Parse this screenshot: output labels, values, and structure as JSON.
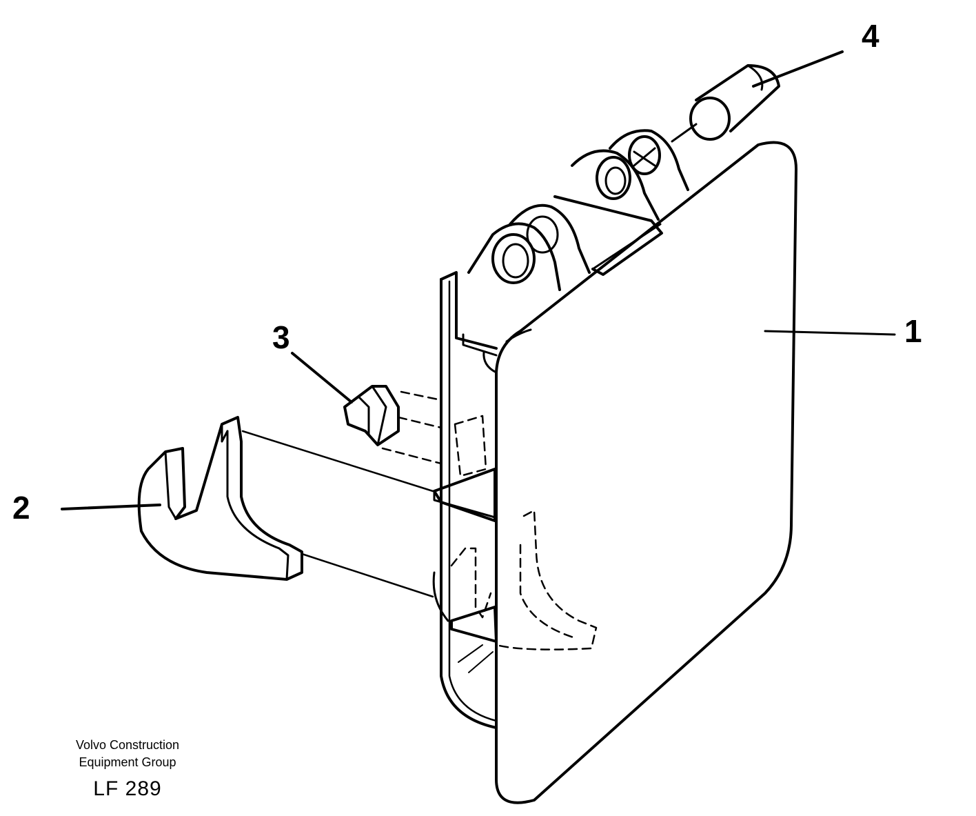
{
  "diagram": {
    "callouts": [
      {
        "id": "part-1",
        "label": "1"
      },
      {
        "id": "part-2",
        "label": "2"
      },
      {
        "id": "part-3",
        "label": "3"
      },
      {
        "id": "part-4",
        "label": "4"
      }
    ]
  },
  "footer": {
    "company_line1": "Volvo Construction",
    "company_line2": "Equipment Group",
    "code": "LF 289"
  },
  "colors": {
    "ink": "#000000",
    "paper": "#ffffff"
  }
}
